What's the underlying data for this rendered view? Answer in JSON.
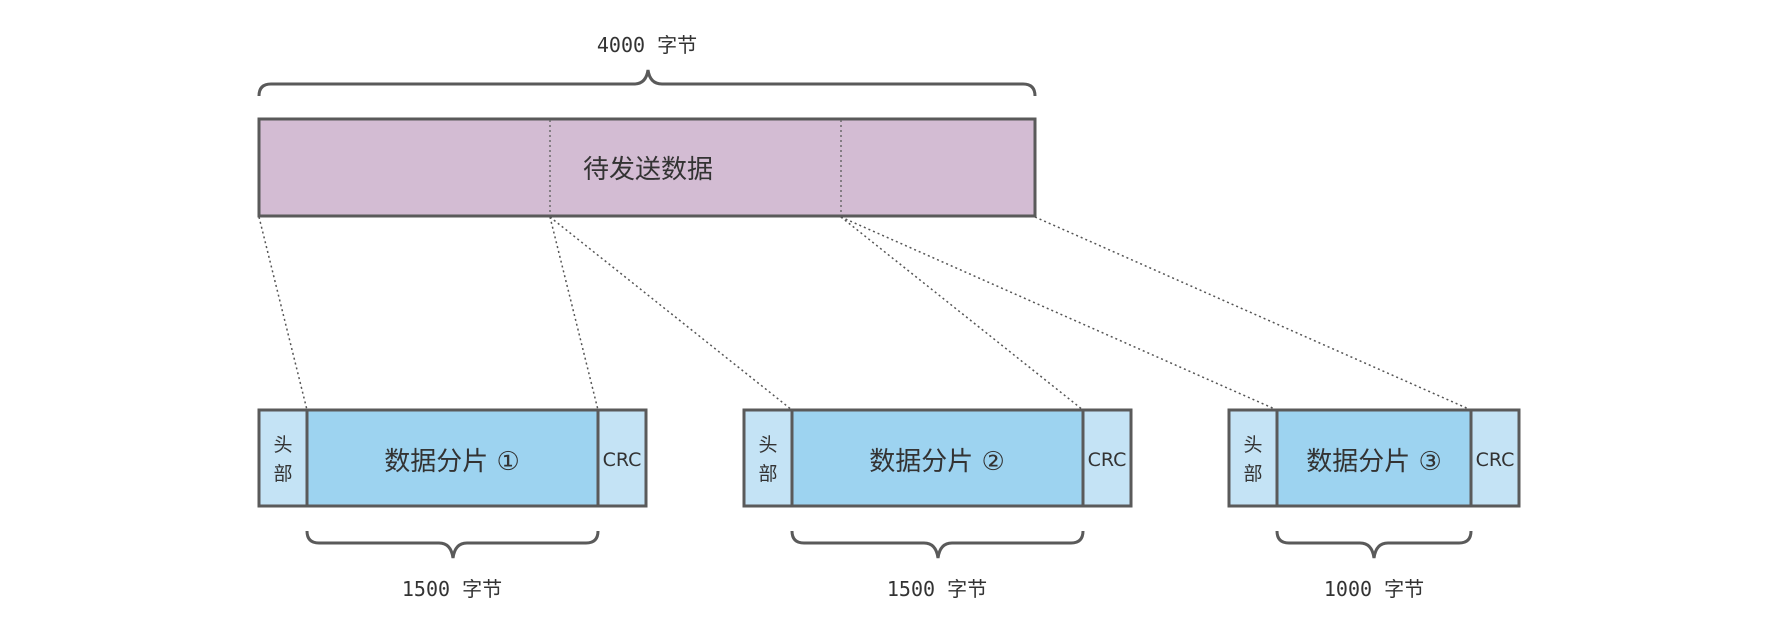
{
  "source": {
    "label": "待发送数据",
    "size_label": "4000 字节",
    "fill_color": "#d3bcd3"
  },
  "fragments": [
    {
      "header_label": [
        "头",
        "部"
      ],
      "data_label": "数据分片 ①",
      "crc_label": "CRC",
      "size_label": "1500 字节"
    },
    {
      "header_label": [
        "头",
        "部"
      ],
      "data_label": "数据分片 ②",
      "crc_label": "CRC",
      "size_label": "1500 字节"
    },
    {
      "header_label": [
        "头",
        "部"
      ],
      "data_label": "数据分片 ③",
      "crc_label": "CRC",
      "size_label": "1000 字节"
    }
  ],
  "colors": {
    "outline": "#5a5a5a",
    "data_fill": "#9dd3f0",
    "header_fill": "#c4e3f5",
    "text": "#333333"
  }
}
